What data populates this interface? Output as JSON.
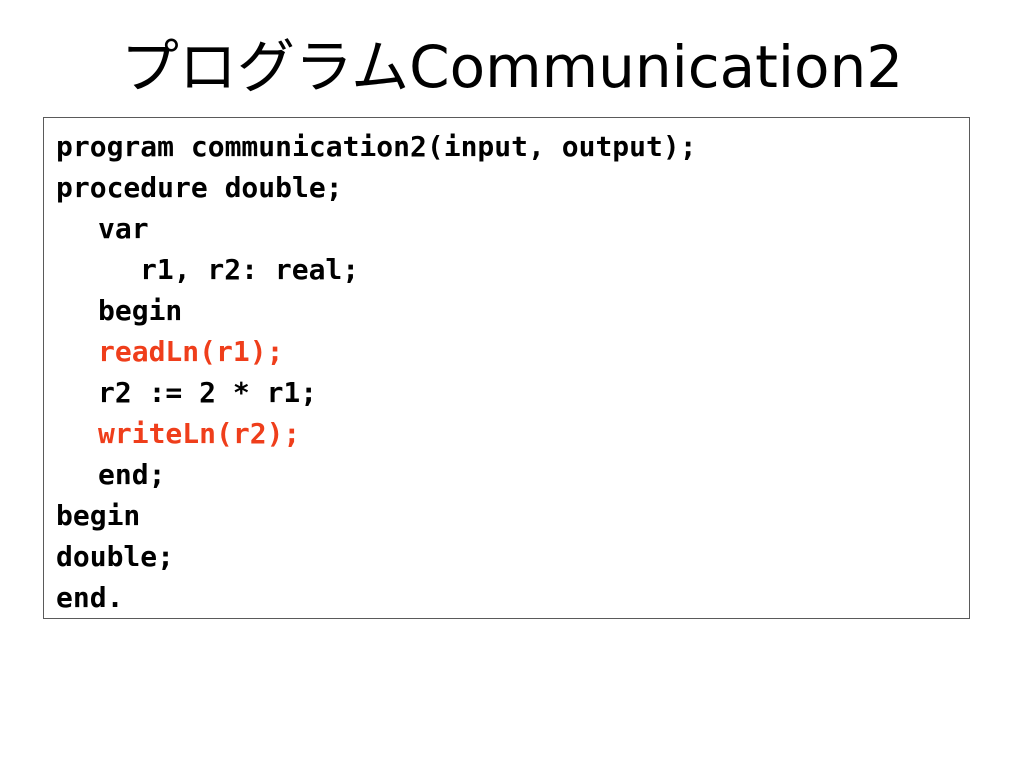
{
  "slide": {
    "title": "プログラムCommunication2"
  },
  "colors": {
    "text": "#000000",
    "highlight": "#ef3e1b",
    "border": "#5a5a5a",
    "background": "#ffffff"
  },
  "code": {
    "lines": [
      {
        "text": "program communication2(input, output);",
        "indent": 0,
        "highlight": false
      },
      {
        "text": "procedure double;",
        "indent": 0,
        "highlight": false
      },
      {
        "text": "var",
        "indent": 1,
        "highlight": false
      },
      {
        "text": "r1, r2: real;",
        "indent": 2,
        "highlight": false
      },
      {
        "text": "begin",
        "indent": 1,
        "highlight": false
      },
      {
        "text": "readLn(r1);",
        "indent": 1,
        "highlight": true
      },
      {
        "text": "r2 := 2 * r1;",
        "indent": 1,
        "highlight": false
      },
      {
        "text": "writeLn(r2);",
        "indent": 1,
        "highlight": true
      },
      {
        "text": "end;",
        "indent": 1,
        "highlight": false
      },
      {
        "text": "begin",
        "indent": 0,
        "highlight": false
      },
      {
        "text": "double;",
        "indent": 0,
        "highlight": false
      },
      {
        "text": "end.",
        "indent": 0,
        "highlight": false
      }
    ]
  }
}
